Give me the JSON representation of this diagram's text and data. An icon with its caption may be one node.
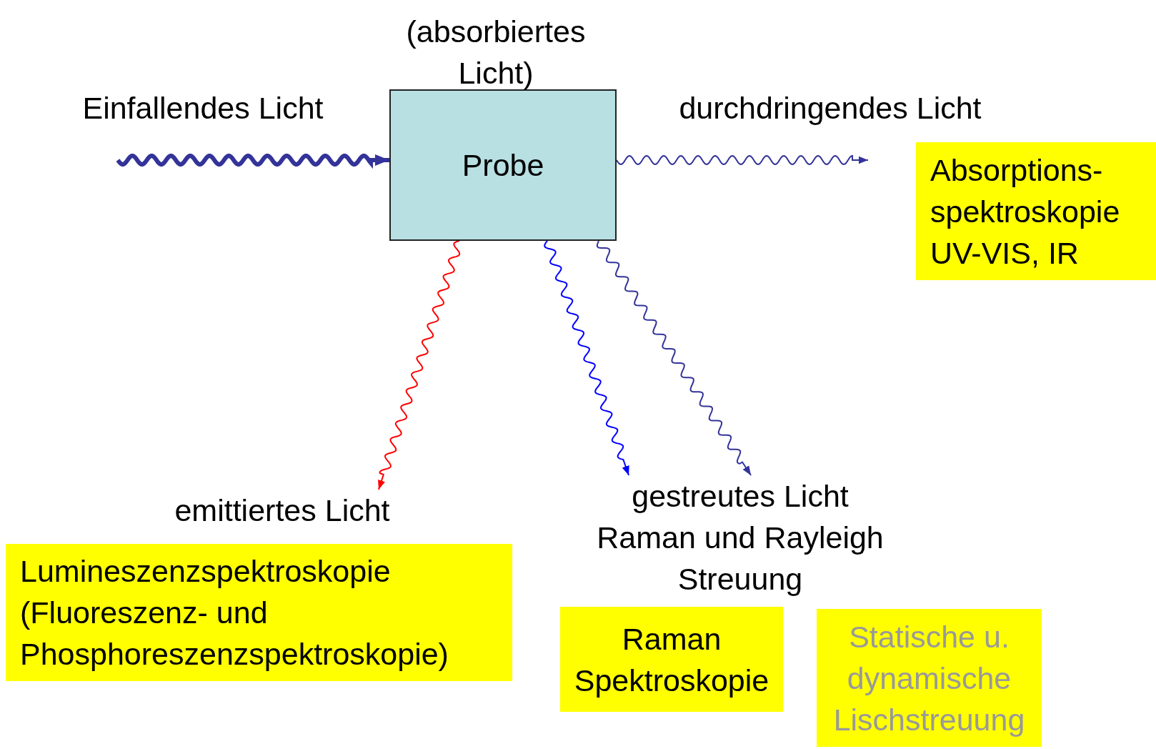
{
  "diagram": {
    "nodes": [
      {
        "text": [
          "Probe"
        ],
        "beside": [
          "(absorbiertes Licht)"
        ]
      },
      {
        "text": [
          "Absorptions- spektroskopie UV-VIS, IR"
        ]
      },
      {
        "text": [
          "Lumineszenzspektroskopie (Fluoreszenz- und Phosphoreszenzspektroskopie)"
        ]
      },
      {
        "text": [
          "Raman Spektroskopie"
        ]
      },
      {
        "text": [
          "Statische u. dynamische Lischstreuung"
        ]
      },
      {
        "text": [
          "emittiertes Licht"
        ]
      },
      {
        "text": [
          "gestreutes Licht Raman und Rayleigh Streuung"
        ]
      }
    ],
    "edges": [
      {
        "from": null,
        "to": 0,
        "arrow": "to",
        "label": "Einfallendes Licht",
        "style": "thick"
      },
      {
        "from": 0,
        "to": null,
        "arrow": "to",
        "label": "durchdringendes Licht"
      },
      {
        "from": 0,
        "to": 5,
        "arrow": "to",
        "color": "#ff0000"
      },
      {
        "from": 0,
        "to": 6,
        "arrow": "to",
        "color": "#0000ff"
      },
      {
        "from": 0,
        "to": 6,
        "arrow": "to"
      }
    ]
  }
}
